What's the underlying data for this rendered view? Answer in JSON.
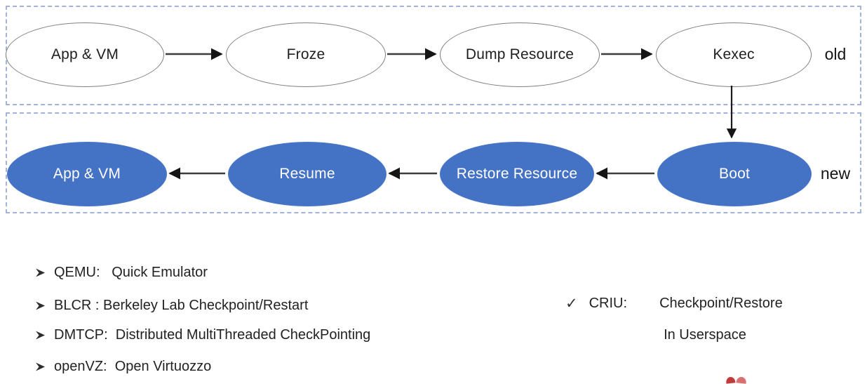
{
  "diagram": {
    "old_row": {
      "tag": "old",
      "nodes": [
        {
          "label": "App & VM"
        },
        {
          "label": "Froze"
        },
        {
          "label": "Dump Resource"
        },
        {
          "label": "Kexec"
        }
      ]
    },
    "new_row": {
      "tag": "new",
      "nodes": [
        {
          "label": "App & VM"
        },
        {
          "label": "Resume"
        },
        {
          "label": "Restore Resource"
        },
        {
          "label": "Boot"
        }
      ]
    },
    "flow": "old: App & VM -> Froze -> Dump Resource -> Kexec; Kexec -> Boot; new: Boot -> Restore Resource -> Resume -> App & VM",
    "colors": {
      "new_node_fill": "#4472C4",
      "old_node_stroke": "#7f7f7f",
      "box_border": "#a3b2d9",
      "arrow": "#3d3d3d"
    }
  },
  "glossary": {
    "items": [
      "QEMU:   Quick Emulator",
      "BLCR : Berkeley Lab Checkpoint/Restart",
      "DMTCP:  Distributed MultiThreaded CheckPointing",
      "openVZ:  Open Virtuozzo"
    ]
  },
  "criu": {
    "check": "✓",
    "term": "CRIU:",
    "line1": "Checkpoint/Restore",
    "line2": "In Userspace"
  }
}
